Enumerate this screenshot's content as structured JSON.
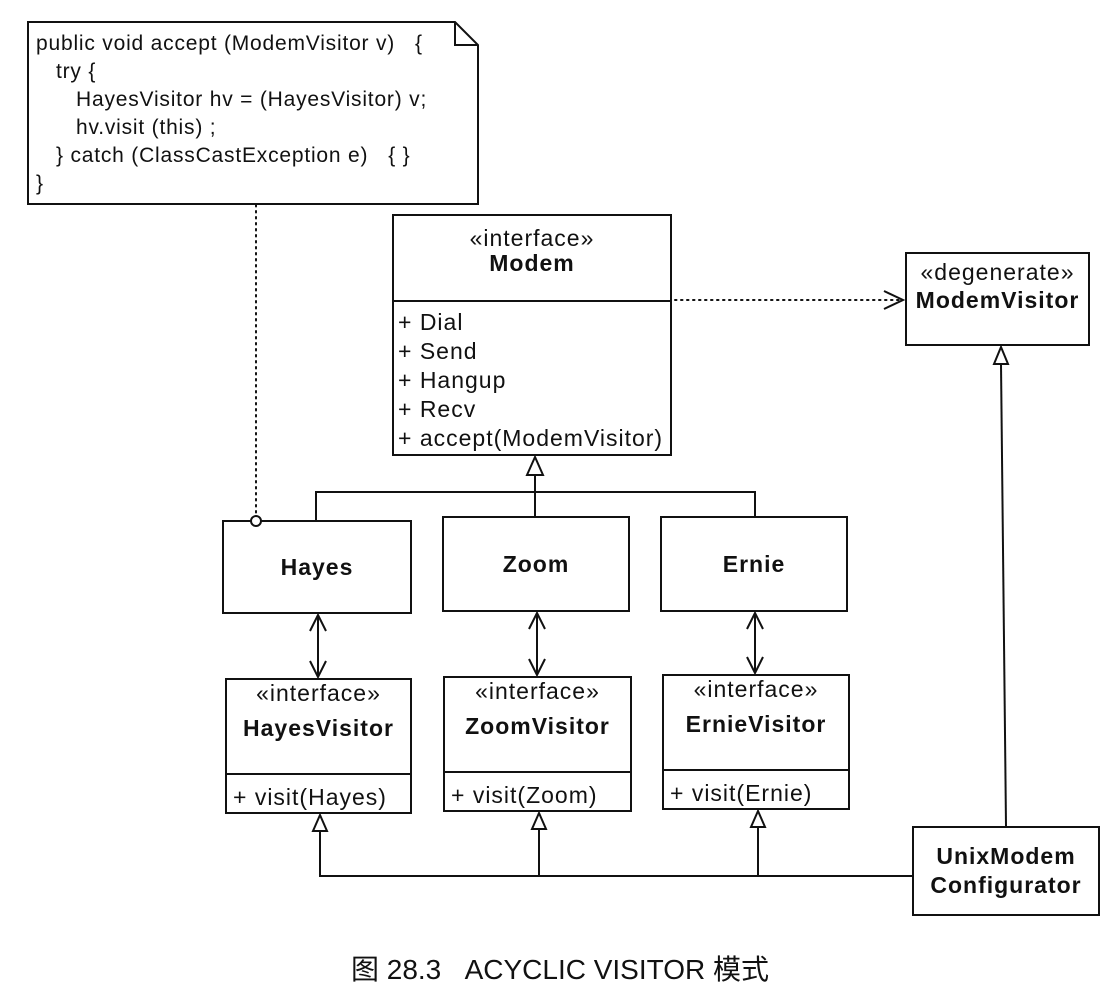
{
  "colors": {
    "ink": "#111111",
    "paper": "#ffffff"
  },
  "note": {
    "lines": [
      "public void accept (ModemVisitor v)   {",
      "try {",
      "HayesVisitor hv = (HayesVisitor) v;",
      "hv.visit (this) ;",
      "} catch (ClassCastException e)   { }",
      "}"
    ]
  },
  "modem": {
    "stereotype": "«interface»",
    "name": "Modem",
    "operations": [
      "+ Dial",
      "+ Send",
      "+ Hangup",
      "+ Recv",
      "+ accept(ModemVisitor)"
    ]
  },
  "modem_visitor": {
    "stereotype": "«degenerate»",
    "name": "ModemVisitor"
  },
  "classes": {
    "hayes": "Hayes",
    "zoom": "Zoom",
    "ernie": "Ernie"
  },
  "hayes_visitor": {
    "stereotype": "«interface»",
    "name": "HayesVisitor",
    "operations": [
      "+ visit(Hayes)"
    ]
  },
  "zoom_visitor": {
    "stereotype": "«interface»",
    "name": "ZoomVisitor",
    "operations": [
      "+ visit(Zoom)"
    ]
  },
  "ernie_visitor": {
    "stereotype": "«interface»",
    "name": "ErnieVisitor",
    "operations": [
      "+ visit(Ernie)"
    ]
  },
  "configurator": {
    "name_lines": [
      "UnixModem",
      "Configurator"
    ]
  },
  "caption": "图 28.3   ACYCLIC VISITOR 模式"
}
